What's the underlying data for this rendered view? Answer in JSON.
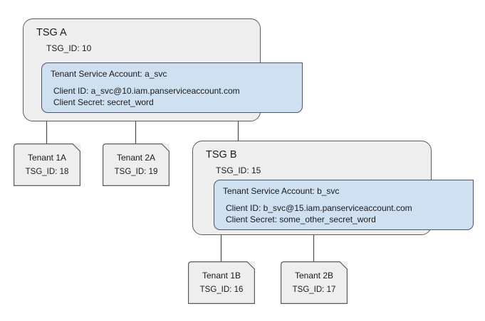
{
  "diagram": {
    "type": "hierarchy-diagram",
    "colors": {
      "group_fill": "#eeeeee",
      "group_stroke": "#5c5c5c",
      "service_account_fill": "#cfe0f0",
      "service_account_stroke": "#4a5568",
      "node_fill": "#eeeeee",
      "node_stroke": "#5c5c5c",
      "edge_stroke": "#4d4d4d",
      "text": "#1a1a1a",
      "background": "#ffffff"
    },
    "groups": [
      {
        "id": "tsg-a",
        "title": "TSG A",
        "subtitle": "TSG_ID: 10",
        "service_account": {
          "title": "Tenant Service Account: a_svc",
          "client_id": "Client ID: a_svc@10.iam.panserviceaccount.com",
          "client_secret": "Client Secret: secret_word"
        }
      },
      {
        "id": "tsg-b",
        "title": "TSG B",
        "subtitle": "TSG_ID: 15",
        "service_account": {
          "title": "Tenant Service Account: b_svc",
          "client_id": "Client ID: b_svc@15.iam.panserviceaccount.com",
          "client_secret": "Client Secret: some_other_secret_word"
        }
      }
    ],
    "tenants": [
      {
        "id": "tenant-1a",
        "label": "Tenant 1A",
        "tsg_id": "TSG_ID: 18",
        "parent": "tsg-a"
      },
      {
        "id": "tenant-2a",
        "label": "Tenant 2A",
        "tsg_id": "TSG_ID: 19",
        "parent": "tsg-a"
      },
      {
        "id": "tenant-1b",
        "label": "Tenant 1B",
        "tsg_id": "TSG_ID: 16",
        "parent": "tsg-b"
      },
      {
        "id": "tenant-2b",
        "label": "Tenant 2B",
        "tsg_id": "TSG_ID: 17",
        "parent": "tsg-b"
      }
    ],
    "edges": [
      {
        "from": "tsg-a",
        "to": "tenant-1a"
      },
      {
        "from": "tsg-a",
        "to": "tenant-2a"
      },
      {
        "from": "tsg-a",
        "to": "tsg-b"
      },
      {
        "from": "tsg-b",
        "to": "tenant-1b"
      },
      {
        "from": "tsg-b",
        "to": "tenant-2b"
      }
    ]
  }
}
